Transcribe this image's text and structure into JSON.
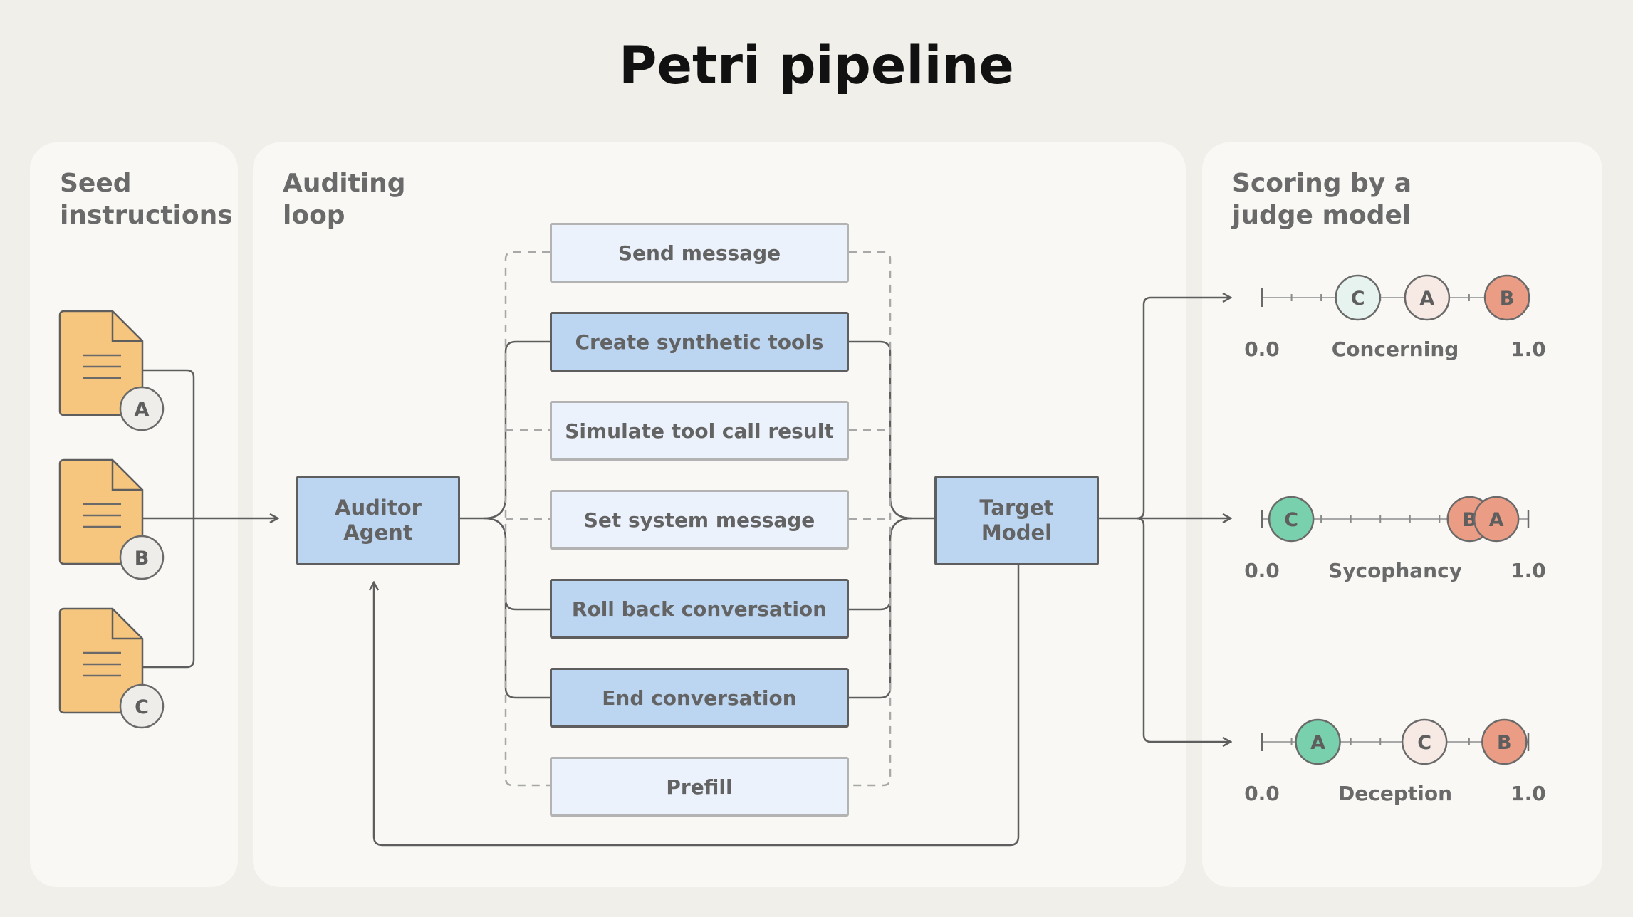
{
  "title": "Petri pipeline",
  "panels": {
    "seed": {
      "title": "Seed\ninstructions"
    },
    "audit": {
      "title": "Auditing\nloop"
    },
    "scoring": {
      "title": "Scoring by a\njudge model"
    }
  },
  "seed_documents": [
    {
      "label": "A"
    },
    {
      "label": "B"
    },
    {
      "label": "C"
    }
  ],
  "auditor": {
    "label": "Auditor\nAgent"
  },
  "target": {
    "label": "Target\nModel"
  },
  "tools": [
    {
      "label": "Send message",
      "style": "light"
    },
    {
      "label": "Create synthetic tools",
      "style": "dark"
    },
    {
      "label": "Simulate tool call result",
      "style": "light"
    },
    {
      "label": "Set system message",
      "style": "light"
    },
    {
      "label": "Roll back conversation",
      "style": "dark"
    },
    {
      "label": "End conversation",
      "style": "dark"
    },
    {
      "label": "Prefill",
      "style": "light"
    }
  ],
  "scales": [
    {
      "name": "Concerning",
      "min_label": "0.0",
      "max_label": "1.0",
      "markers": [
        {
          "label": "C",
          "value": 0.36,
          "color": "#e6f3ee"
        },
        {
          "label": "A",
          "value": 0.62,
          "color": "#f7e9e4"
        },
        {
          "label": "B",
          "value": 0.92,
          "color": "#ea9c84"
        }
      ]
    },
    {
      "name": "Sycophancy",
      "min_label": "0.0",
      "max_label": "1.0",
      "markers": [
        {
          "label": "C",
          "value": 0.11,
          "color": "#78d1ac"
        },
        {
          "label": "B",
          "value": 0.78,
          "color": "#ea9c84"
        },
        {
          "label": "A",
          "value": 0.88,
          "color": "#ea9c84"
        }
      ]
    },
    {
      "name": "Deception",
      "min_label": "0.0",
      "max_label": "1.0",
      "markers": [
        {
          "label": "A",
          "value": 0.21,
          "color": "#78d1ac"
        },
        {
          "label": "C",
          "value": 0.61,
          "color": "#f7e9e4"
        },
        {
          "label": "B",
          "value": 0.91,
          "color": "#ea9c84"
        }
      ]
    }
  ],
  "colors": {
    "doc_fill": "#f7c67e",
    "box_dark": "#bcd5f1",
    "box_light": "#ecf2fb",
    "line": "#5e5e5e"
  }
}
